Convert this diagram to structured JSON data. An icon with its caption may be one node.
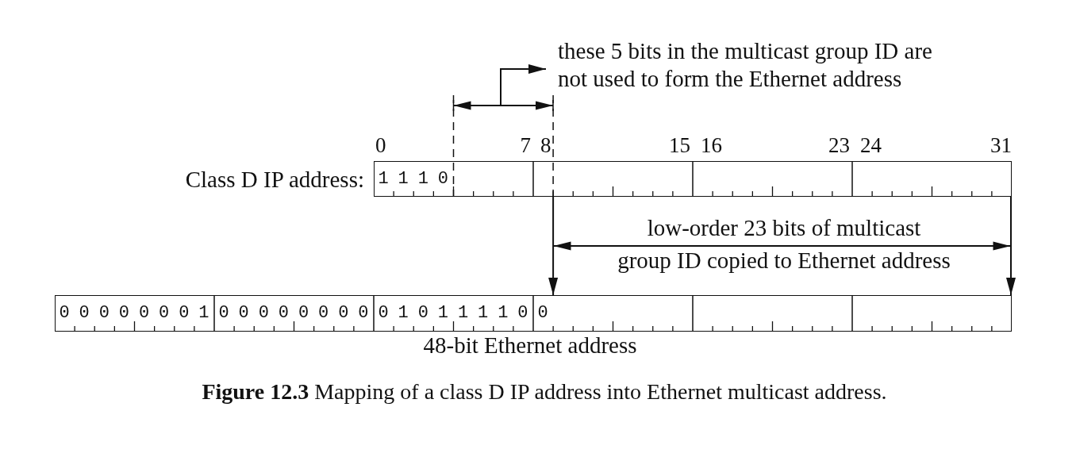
{
  "diagram": {
    "caption": "**Figure 12.3** Mapping of a class D IP address into Ethernet multicast address.",
    "nodes": [
      {
        "text": [
          "these 5 bits in the multicast group ID are not used to form the Ethernet address"
        ]
      },
      {
        "text": [
          "1 1 1 0"
        ],
        "beside": [
          "0",
          "7",
          "8",
          "15",
          "16",
          "23",
          "24",
          "31",
          "Class D IP address:"
        ]
      },
      {
        "text": [
          "0 0 0 0 0 0 0 1",
          "0 0 0 0 0 0 0 0",
          "0 1 0 1 1 1 1 0",
          "0"
        ],
        "beside": [
          "48-bit Ethernet address"
        ]
      }
    ],
    "edges": [
      {
        "from": 1,
        "to": 0,
        "arrow": "to"
      },
      {
        "from": 1,
        "to": 2,
        "arrow": "to"
      },
      {
        "from": 1,
        "to": 2,
        "arrow": "to"
      }
    ],
    "labels": [
      "low-order 23 bits of multicast",
      "group ID copied to Ethernet address"
    ]
  }
}
